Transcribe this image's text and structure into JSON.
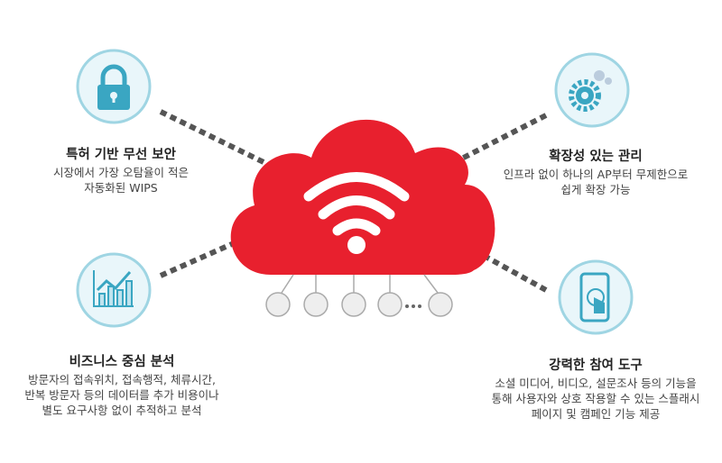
{
  "features": [
    {
      "title": "특허 기반 무선 보안",
      "lines": [
        "시장에서 가장 오탐율이 적은",
        "자동화된 WIPS"
      ],
      "icon": "lock-icon"
    },
    {
      "title": "확장성 있는 관리",
      "lines": [
        "인프라 없이 하나의 AP부터 무제한으로",
        "쉽게 확장 가능"
      ],
      "icon": "gears-icon"
    },
    {
      "title": "비즈니스 중심 분석",
      "lines": [
        "방문자의 접속위치, 접속행적, 체류시간,",
        "반복 방문자 등의 데이터를 추가 비용이나",
        "별도 요구사항 없이 추적하고 분석"
      ],
      "icon": "chart-icon"
    },
    {
      "title": "강력한 참여 도구",
      "lines": [
        "소셜 미디어, 비디오, 설문조사 등의 기능을",
        "통해 사용자와 상호 작용할 수 있는 스플래시",
        "페이지 및 캠페인 기능 제공"
      ],
      "icon": "phone-touch-icon"
    }
  ],
  "colors": {
    "cloud": "#e8202e",
    "circle_bg": "#e9f6fa",
    "circle_border": "#9fd5e3",
    "icon": "#3aa6c2"
  }
}
